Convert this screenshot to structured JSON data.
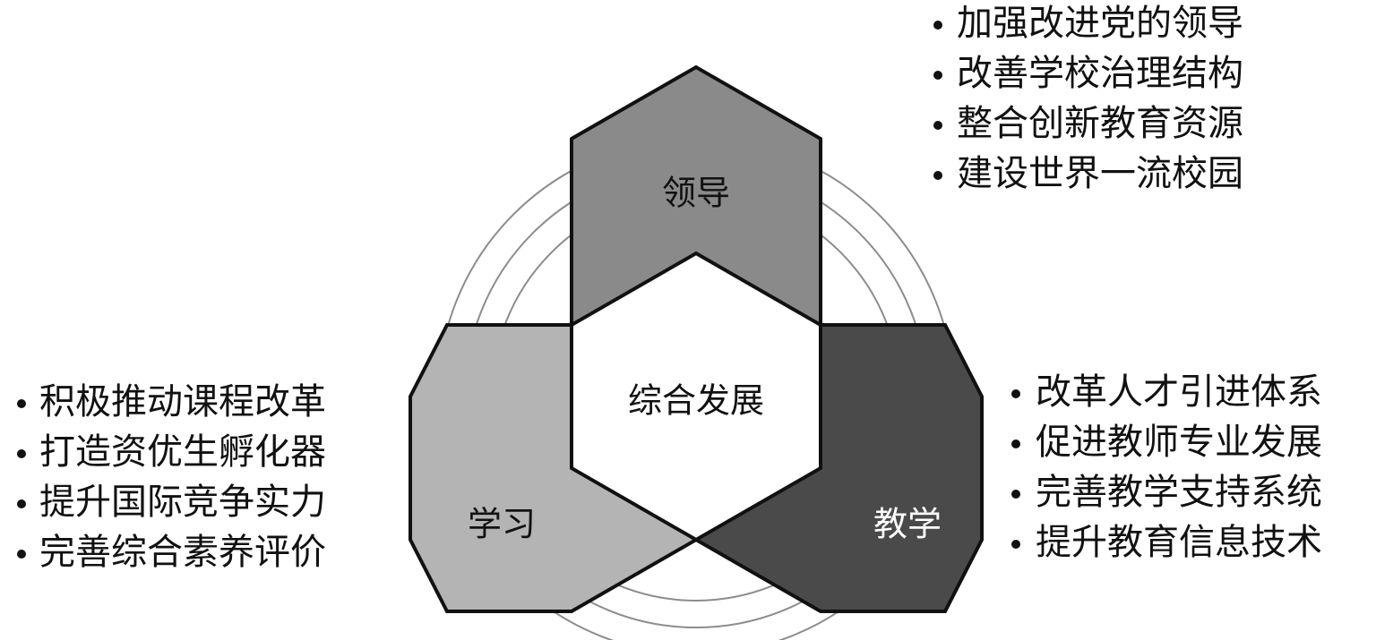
{
  "center_label": "综合发展",
  "segments": [
    {
      "id": "leadership",
      "label": "领导",
      "fill": "#8a8a8a",
      "label_color": "#111111",
      "items": [
        "加强改进党的领导",
        "改善学校治理结构",
        "整合创新教育资源",
        "建设世界一流校园"
      ]
    },
    {
      "id": "learning",
      "label": "学习",
      "fill": "#b4b4b4",
      "label_color": "#111111",
      "items": [
        "积极推动课程改革",
        "打造资优生孵化器",
        "提升国际竞争实力",
        "完善综合素养评价"
      ]
    },
    {
      "id": "teaching",
      "label": "教学",
      "fill": "#4a4a4a",
      "label_color": "#ffffff",
      "items": [
        "改革人才引进体系",
        "促进教师专业发展",
        "完善教学支持系统",
        "提升教育信息技术"
      ]
    }
  ],
  "colors": {
    "center_fill": "#ffffff",
    "outline": "#111111",
    "ring": "#8c8c8c",
    "text": "#111111"
  }
}
